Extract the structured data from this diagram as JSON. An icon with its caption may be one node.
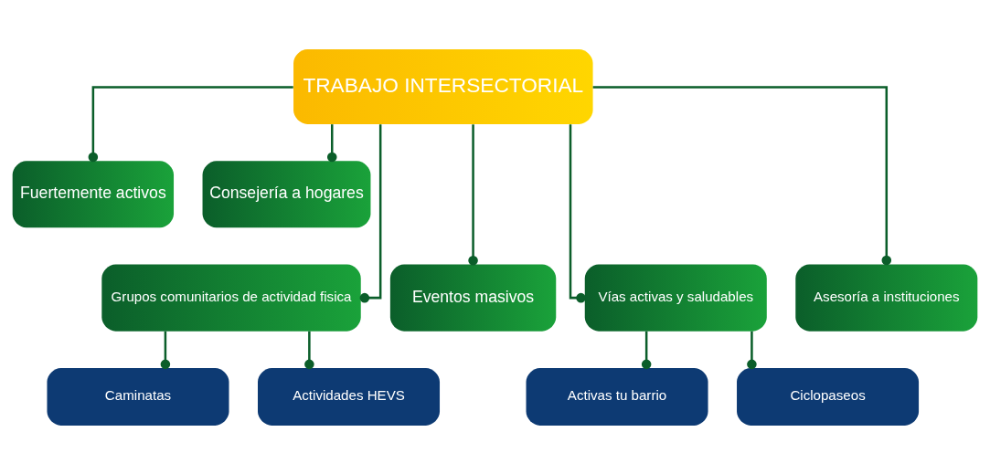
{
  "diagram": {
    "nodes": [
      {
        "text": [
          "TRABAJO INTERSECTORIAL"
        ]
      },
      {
        "text": [
          "Fuertemente activos"
        ]
      },
      {
        "text": [
          "Consejería a hogares"
        ]
      },
      {
        "text": [
          "Grupos comunitarios de actividad fisica"
        ]
      },
      {
        "text": [
          "Eventos masivos"
        ]
      },
      {
        "text": [
          "Vías activas y saludables"
        ]
      },
      {
        "text": [
          "Asesoría a instituciones"
        ]
      },
      {
        "text": [
          "Caminatas"
        ]
      },
      {
        "text": [
          "Actividades HEVS"
        ]
      },
      {
        "text": [
          "Activas tu barrio"
        ]
      },
      {
        "text": [
          "Ciclopaseos"
        ]
      }
    ],
    "edges": [
      {
        "from": 0,
        "to": 1,
        "arrow": "other"
      },
      {
        "from": 0,
        "to": 3,
        "arrow": "other"
      },
      {
        "from": 0,
        "to": 4,
        "arrow": "other"
      },
      {
        "from": 0,
        "to": 5,
        "arrow": "other"
      },
      {
        "from": 0,
        "to": 6,
        "arrow": "other"
      },
      {
        "from": 0,
        "to": 2,
        "arrow": "other"
      },
      {
        "from": 3,
        "to": 7,
        "arrow": "other"
      },
      {
        "from": 3,
        "to": 8,
        "arrow": "other"
      },
      {
        "from": 5,
        "to": 9,
        "arrow": "other"
      },
      {
        "from": 5,
        "to": 10,
        "arrow": "other"
      }
    ]
  }
}
